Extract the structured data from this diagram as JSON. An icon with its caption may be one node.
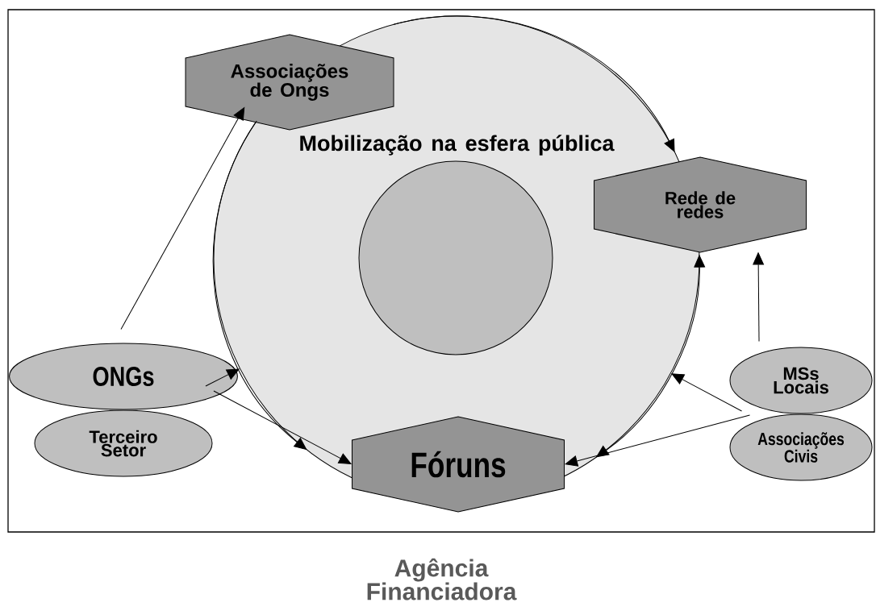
{
  "diagram": {
    "nodes": [
      {
        "text": [
          "Agência Financiadora"
        ]
      },
      {
        "text": [
          "Mobilização na esfera pública"
        ],
        "in": 0
      },
      {
        "text": [],
        "shape": "circle",
        "in": 1
      },
      {
        "text": [
          "Associações de Ongs"
        ],
        "in": 0
      },
      {
        "text": [
          "Rede de redes"
        ],
        "in": 0
      },
      {
        "text": [
          "ONGs"
        ],
        "in": 0
      },
      {
        "text": [
          "Terceiro Setor"
        ],
        "in": 0
      },
      {
        "text": [
          "Fóruns"
        ],
        "in": 0
      },
      {
        "text": [
          "MSs Locais"
        ],
        "in": 0
      },
      {
        "text": [
          "Associações Civis"
        ],
        "in": 0
      }
    ],
    "edges": [
      {
        "from": 5,
        "to": 3,
        "arrow": "to"
      },
      {
        "from": 5,
        "to": 1,
        "arrow": "to"
      },
      {
        "from": 5,
        "to": 7,
        "arrow": "to"
      },
      {
        "from": 8,
        "to": 1,
        "arrow": "to"
      },
      {
        "from": 9,
        "to": 7,
        "arrow": "to"
      },
      {
        "from": 8,
        "to": 4,
        "arrow": "to"
      },
      {
        "from": 3,
        "to": 4,
        "arrow": "to"
      },
      {
        "from": 3,
        "to": 7,
        "arrow": "to"
      },
      {
        "from": 7,
        "to": 4,
        "arrow": "both"
      }
    ]
  }
}
